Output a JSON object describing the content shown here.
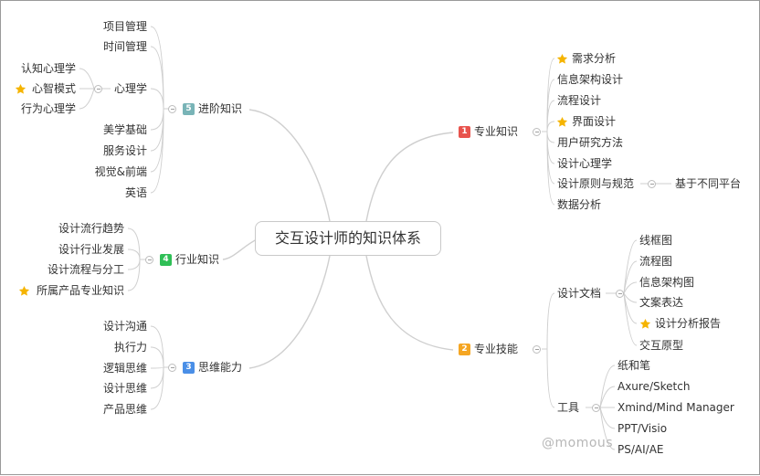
{
  "root": "交互设计师的知识体系",
  "branches": {
    "pro_knowledge": {
      "num": "1",
      "color": "#e8534d",
      "label": "专业知识",
      "children": [
        "需求分析",
        "信息架构设计",
        "流程设计",
        "界面设计",
        "用户研究方法",
        "设计心理学",
        "设计原则与规范",
        "数据分析"
      ],
      "sub": [
        "基于不同平台"
      ]
    },
    "pro_skills": {
      "num": "2",
      "color": "#f5a623",
      "label": "专业技能",
      "children": [
        "设计文档",
        "工具"
      ],
      "docs": [
        "线框图",
        "流程图",
        "信息架构图",
        "文案表达",
        "设计分析报告",
        "交互原型"
      ],
      "tools": [
        "纸和笔",
        "Axure/Sketch",
        "Xmind/Mind Manager",
        "PPT/Visio",
        "PS/AI/AE"
      ]
    },
    "thinking": {
      "num": "3",
      "color": "#4a8fe7",
      "label": "思维能力",
      "children": [
        "设计沟通",
        "执行力",
        "逻辑思维",
        "设计思维",
        "产品思维"
      ]
    },
    "industry": {
      "num": "4",
      "color": "#2fbf56",
      "label": "行业知识",
      "children": [
        "设计流行趋势",
        "设计行业发展",
        "设计流程与分工",
        "所属产品专业知识"
      ]
    },
    "advanced": {
      "num": "5",
      "color": "#79b4b7",
      "label": "进阶知识",
      "children": [
        "项目管理",
        "时间管理",
        "心理学",
        "美学基础",
        "服务设计",
        "视觉&前端",
        "英语"
      ],
      "psych": [
        "认知心理学",
        "心智模式",
        "行为心理学"
      ]
    }
  },
  "star_color": "#f5b400",
  "icons": [
    "star-icon",
    "collapse-toggle-icon",
    "priority-badge-icon"
  ],
  "watermark": "@momous"
}
